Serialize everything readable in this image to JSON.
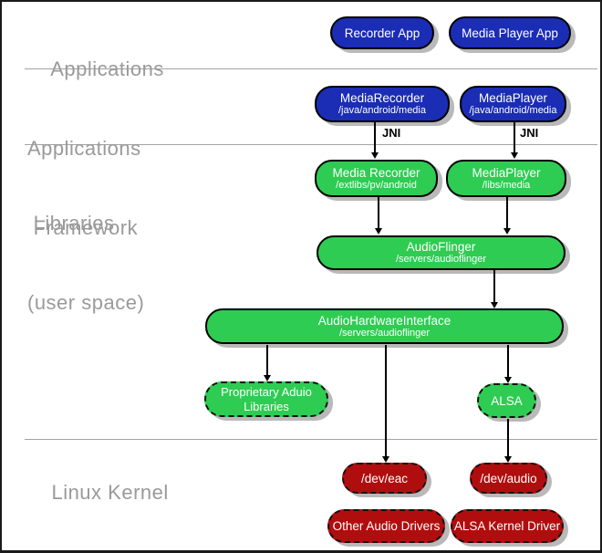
{
  "layers": {
    "applications": "Applications",
    "framework_line1": "Applications",
    "framework_line2": " Framework",
    "libraries_line1": " Libraries",
    "libraries_line2": "(user space)",
    "linux_kernel": "Linux Kernel"
  },
  "nodes": {
    "recorder_app": {
      "label": "Recorder App"
    },
    "media_player_app": {
      "label": "Media Player App"
    },
    "media_recorder_fw": {
      "label": "MediaRecorder",
      "path": "/java/android/media"
    },
    "media_player_fw": {
      "label": "MediaPlayer",
      "path": "/java/android/media"
    },
    "media_recorder_lib": {
      "label": "Media Recorder",
      "path": "/extlibs/pv/android"
    },
    "media_player_lib": {
      "label": "MediaPlayer",
      "path": "/libs/media"
    },
    "audio_flinger": {
      "label": "AudioFlinger",
      "path": "/servers/audioflinger"
    },
    "audio_hardware_interface": {
      "label": "AudioHardwareInterface",
      "path": "/servers/audioflinger"
    },
    "proprietary_audio_libraries": {
      "label": "Proprietary Aduio Libraries"
    },
    "alsa": {
      "label": "ALSA"
    },
    "dev_eac": {
      "label": "/dev/eac"
    },
    "dev_audio": {
      "label": "/dev/audio"
    },
    "other_audio_drivers": {
      "label": "Other Audio Drivers"
    },
    "alsa_kernel_driver": {
      "label": "ALSA Kernel Driver"
    }
  },
  "annotations": {
    "jni_left": "JNI",
    "jni_right": "JNI"
  },
  "colors": {
    "app_blue": "#1b2db4",
    "lib_green": "#2ecc52",
    "kernel_red": "#b00e0e",
    "label_gray": "#9a9a9a",
    "shadow_gray": "#b9b9b9"
  }
}
